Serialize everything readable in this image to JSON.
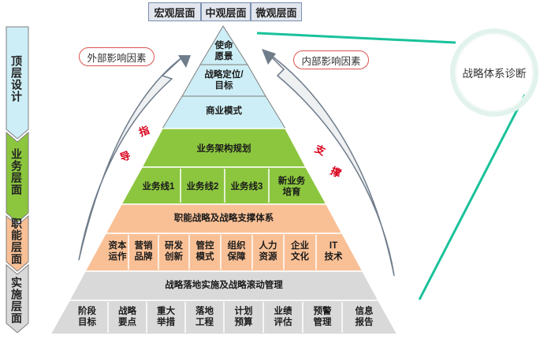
{
  "header": {
    "macro": "宏观层面",
    "middle": "中观层面",
    "micro": "微观层面"
  },
  "levels": {
    "top": "顶层设计",
    "business": "业务层面",
    "function": "职能层面",
    "implement": "实施层面"
  },
  "pyramid": {
    "mission": "使命\n愿景",
    "positioning": "战略定位/\n目标",
    "business_model": "商业模式",
    "architecture": "业务架构规划",
    "lines": [
      "业务线1",
      "业务线2",
      "业务线3",
      "新业务\n培育"
    ],
    "functional_title": "职能战略及战略支撑体系",
    "functional_items": [
      "资本\n运作",
      "营销\n品牌",
      "研发\n创新",
      "管控\n模式",
      "组织\n保障",
      "人力\n资源",
      "企业\n文化",
      "IT\n技术"
    ],
    "implement_title": "战略落地实施及战略滚动管理",
    "implement_items": [
      "阶段\n目标",
      "战略\n要点",
      "重大\n举措",
      "落地\n工程",
      "计划\n预算",
      "业绩\n评估",
      "预警\n管理",
      "信息\n报告"
    ]
  },
  "labels": {
    "external": "外部影响因素",
    "internal": "内部影响因素",
    "guide_1": "指",
    "guide_2": "导",
    "support_1": "支",
    "support_2": "撑",
    "diagnosis": "战略体系诊断"
  },
  "colors": {
    "top_layers": "#cdeef6",
    "green_layers": "#8cc63f",
    "orange_layers": "#f9c096",
    "gray_layers": "#d9d9d9",
    "connector": "#19c29a",
    "guide_text": "#d9001b"
  }
}
